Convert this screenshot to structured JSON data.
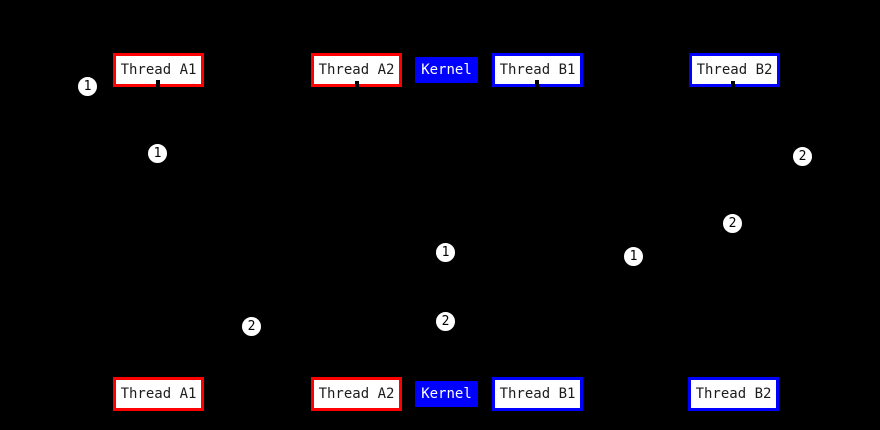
{
  "colors": {
    "background": "#000000",
    "thread_a_border": "#ff0000",
    "thread_b_border": "#0000ff",
    "kernel_fill": "#0000ff",
    "kernel_text": "#ffffff",
    "node_fill": "#ffffff",
    "node_text": "#1c1c1c",
    "marker_fill": "#ffffff",
    "marker_text": "#000000",
    "edge": "#000000"
  },
  "top_row": {
    "thread_a1": {
      "label": "Thread A1"
    },
    "thread_a2": {
      "label": "Thread A2"
    },
    "kernel": {
      "label": "Kernel"
    },
    "thread_b1": {
      "label": "Thread B1"
    },
    "thread_b2": {
      "label": "Thread B2"
    }
  },
  "bottom_row": {
    "thread_a1": {
      "label": "Thread A1"
    },
    "thread_a2": {
      "label": "Thread A2"
    },
    "kernel": {
      "label": "Kernel"
    },
    "thread_b1": {
      "label": "Thread B1"
    },
    "thread_b2": {
      "label": "Thread B2"
    }
  },
  "markers": {
    "step1_left_of_a1": {
      "label": "1"
    },
    "step1_below_a1": {
      "label": "1"
    },
    "step1_below_kernel": {
      "label": "1"
    },
    "step1_below_b1": {
      "label": "1"
    },
    "step2_right_of_b2": {
      "label": "2"
    },
    "step2_below_b2": {
      "label": "2"
    },
    "step2_mid_kernel": {
      "label": "2"
    },
    "step2_above_a1_bottom": {
      "label": "2"
    }
  }
}
